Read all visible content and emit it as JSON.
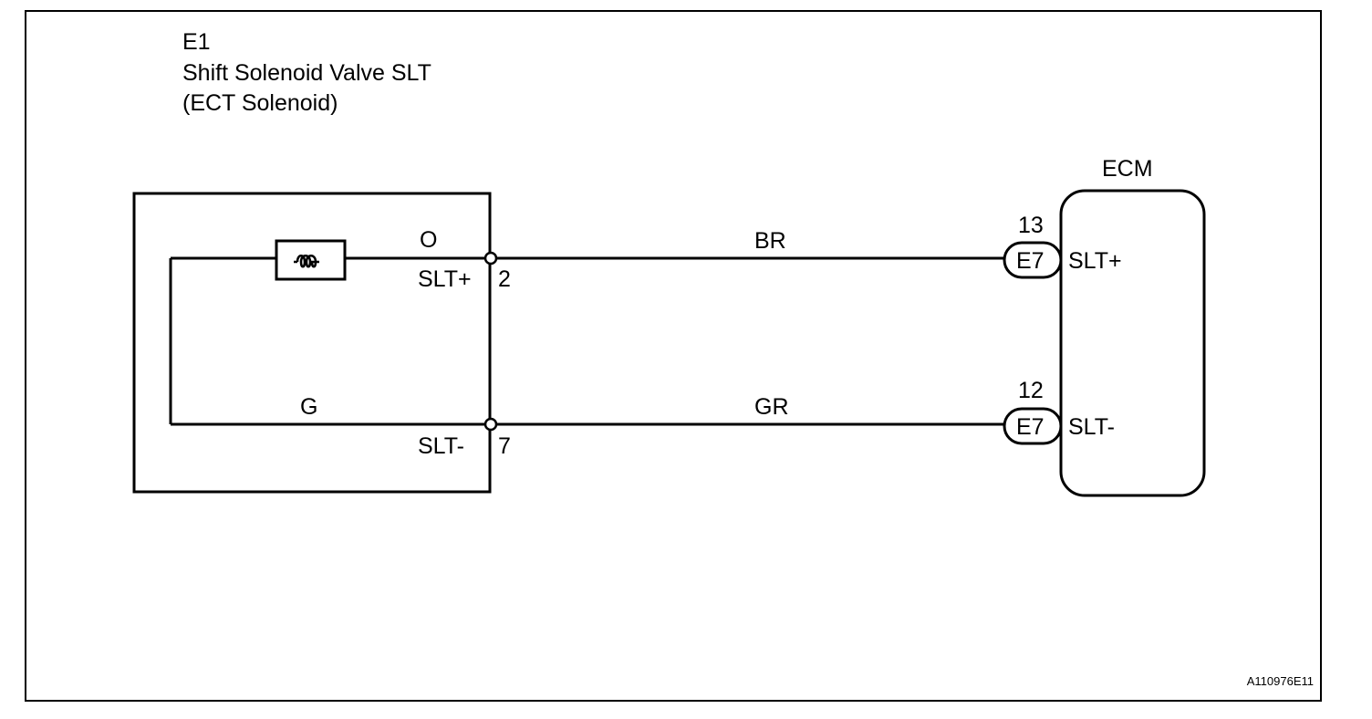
{
  "component": {
    "code": "E1",
    "name": "Shift Solenoid Valve SLT",
    "subtitle": "(ECT Solenoid)",
    "internal_wire_top": "O",
    "internal_wire_bottom": "G",
    "terminals": [
      {
        "label": "SLT+",
        "pin": "2"
      },
      {
        "label": "SLT-",
        "pin": "7"
      }
    ]
  },
  "wires": [
    {
      "color": "BR"
    },
    {
      "color": "GR"
    }
  ],
  "ecm": {
    "title": "ECM",
    "connectors": [
      {
        "pin": "13",
        "connector": "E7",
        "label": "SLT+"
      },
      {
        "pin": "12",
        "connector": "E7",
        "label": "SLT-"
      }
    ]
  },
  "figure_code": "A110976E11"
}
